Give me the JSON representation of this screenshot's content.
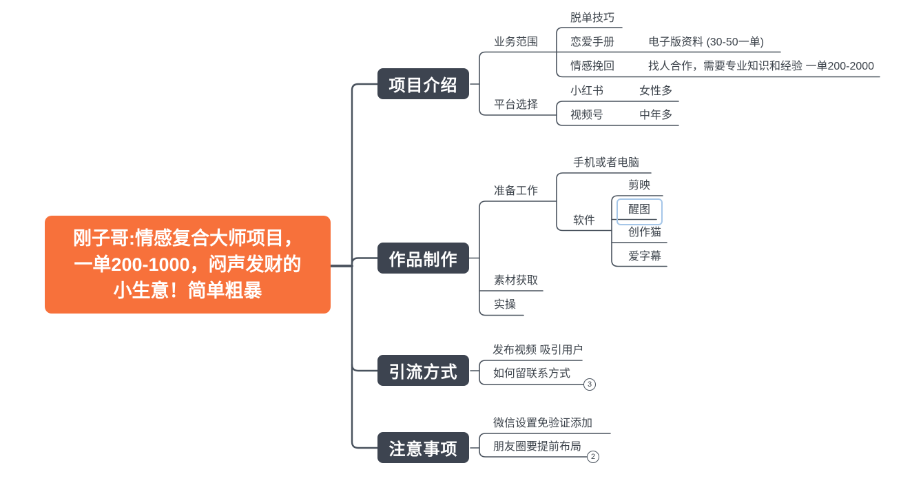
{
  "colors": {
    "root_fill": "#F7713B",
    "topic_fill": "#3D4450",
    "topic_text": "#FFFFFF",
    "line": "#49525D",
    "label_text": "#3C434B",
    "selection_border": "#A5C6E8"
  },
  "root": {
    "lines": [
      "刚子哥:情感复合大师项目，",
      "一单200-1000，闷声发财的",
      "小生意！简单粗暴"
    ]
  },
  "branches": [
    {
      "label": "项目介绍",
      "children": [
        {
          "label": "业务范围",
          "children": [
            {
              "label": "脱单技巧"
            },
            {
              "label": "恋爱手册",
              "children": [
                {
                  "label": "电子版资料 (30-50一单)"
                }
              ]
            },
            {
              "label": "情感挽回",
              "children": [
                {
                  "label": "找人合作，需要专业知识和经验 一单200-2000"
                }
              ]
            }
          ]
        },
        {
          "label": "平台选择",
          "children": [
            {
              "label": "小红书",
              "children": [
                {
                  "label": "女性多"
                }
              ]
            },
            {
              "label": "视频号",
              "children": [
                {
                  "label": "中年多"
                }
              ]
            }
          ]
        }
      ]
    },
    {
      "label": "作品制作",
      "children": [
        {
          "label": "准备工作",
          "children": [
            {
              "label": "手机或者电脑"
            },
            {
              "label": "软件",
              "children": [
                {
                  "label": "剪映"
                },
                {
                  "label": "醒图",
                  "selected": true
                },
                {
                  "label": "创作猫"
                },
                {
                  "label": "爱字幕"
                }
              ]
            }
          ]
        },
        {
          "label": "素材获取"
        },
        {
          "label": "实操"
        }
      ]
    },
    {
      "label": "引流方式",
      "children": [
        {
          "label": "发布视频 吸引用户"
        },
        {
          "label": "如何留联系方式",
          "collapsed_count": "3"
        }
      ]
    },
    {
      "label": "注意事项",
      "children": [
        {
          "label": "微信设置免验证添加"
        },
        {
          "label": "朋友圈要提前布局",
          "collapsed_count": "2"
        }
      ]
    }
  ]
}
